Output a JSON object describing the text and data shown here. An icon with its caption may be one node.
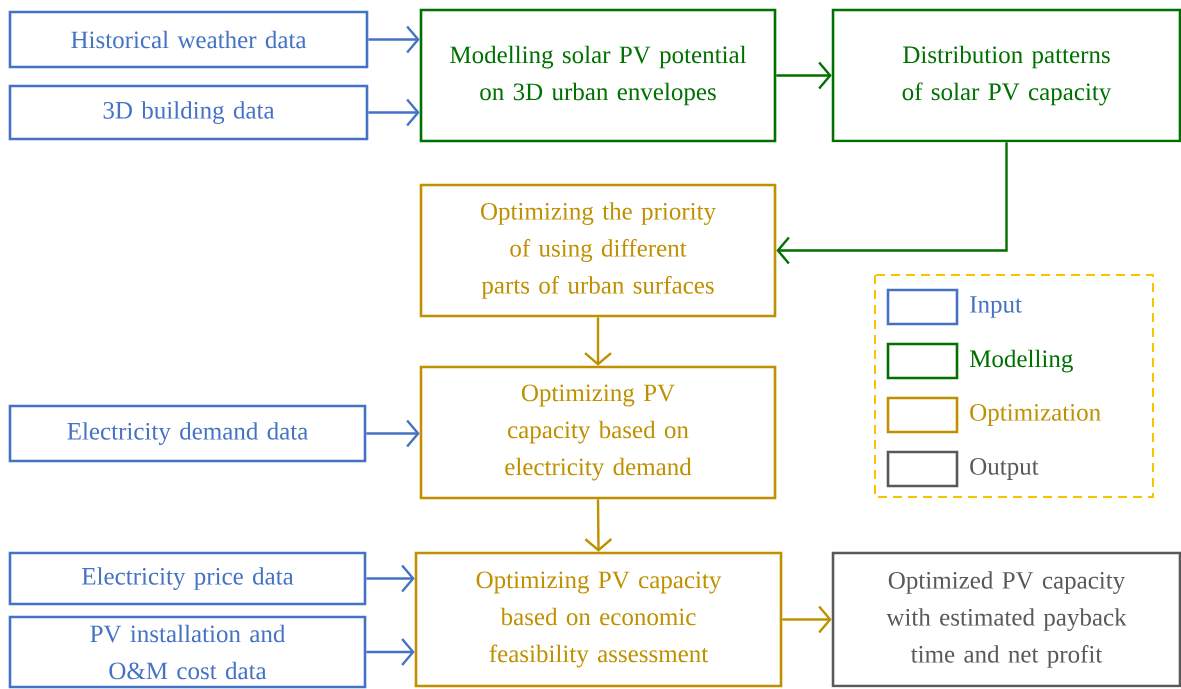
{
  "diagram": {
    "nodes": [
      {
        "text": [
          "Historical weather data"
        ]
      },
      {
        "text": [
          "Modelling solar PV potential on 3D urban envelopes"
        ]
      },
      {
        "text": [
          "Distribution patterns of solar PV capacity"
        ]
      },
      {
        "text": [
          "3D building data"
        ]
      },
      {
        "text": [
          "Optimizing the priority of using different parts of urban surfaces"
        ]
      },
      {
        "text": [
          "Electricity demand data"
        ]
      },
      {
        "text": [
          "Optimizing PV capacity based on electricity demand"
        ]
      },
      {
        "text": [
          "Electricity price data"
        ]
      },
      {
        "text": [
          "Optimizing PV capacity based on economic feasibility assessment"
        ]
      },
      {
        "text": [
          "Optimized PV capacity with estimated payback time and net profit"
        ]
      },
      {
        "text": [
          "PV installation and O&M cost data"
        ]
      }
    ],
    "edges": [
      {
        "from": 0,
        "to": 1,
        "arrow": "to"
      },
      {
        "from": 3,
        "to": 1,
        "arrow": "to"
      },
      {
        "from": 1,
        "to": 2,
        "arrow": "to",
        "color": "#007000"
      },
      {
        "from": 2,
        "to": 4,
        "arrow": "to",
        "color": "#007000"
      },
      {
        "from": 4,
        "to": 6,
        "arrow": "to",
        "color": "#bf9000"
      },
      {
        "from": 5,
        "to": 6,
        "arrow": "to"
      },
      {
        "from": 6,
        "to": 8,
        "arrow": "to",
        "color": "#bf9000"
      },
      {
        "from": 7,
        "to": 8,
        "arrow": "to"
      },
      {
        "from": 10,
        "to": 8,
        "arrow": "to"
      },
      {
        "from": 8,
        "to": 9,
        "arrow": "to",
        "color": "#bf9000"
      }
    ],
    "legend": [
      {
        "text": "Input",
        "color": "#4472c4"
      },
      {
        "text": "Modelling",
        "color": "#007000"
      },
      {
        "text": "Optimization",
        "color": "#bf9000"
      },
      {
        "text": "Output",
        "color": "#595959"
      }
    ]
  }
}
